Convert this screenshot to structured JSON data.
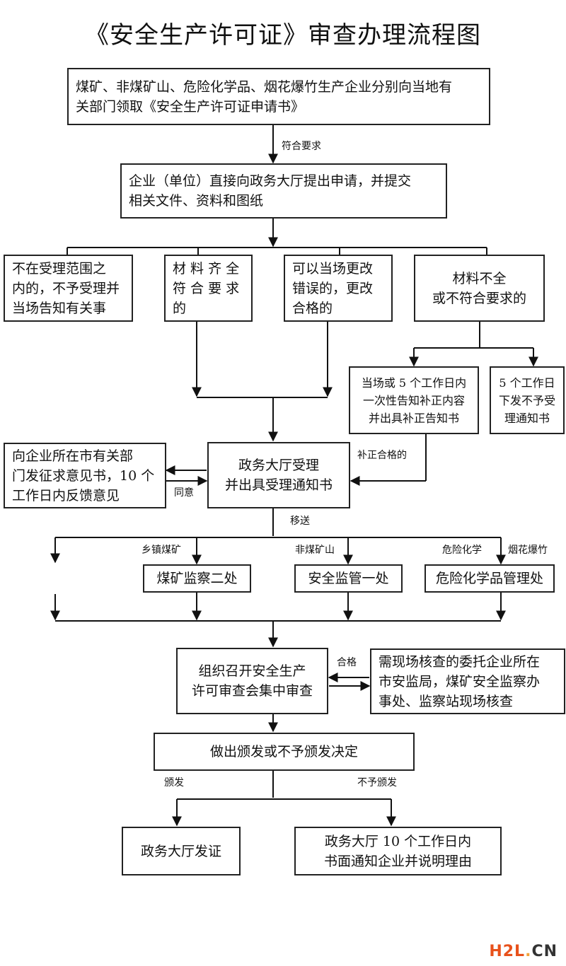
{
  "title": "《安全生产许可证》审查办理流程图",
  "nodes": {
    "start": [
      "煤矿、非煤矿山、危险化学品、烟花爆竹生产企业分别向当地有",
      "关部门领取《安全生产许可证申请书》"
    ],
    "apply": [
      "企业（单位）直接向政务大厅提出申请，并提交",
      "相关文件、资料和图纸"
    ],
    "out_of_scope": [
      "不在受理范围之",
      "内的，不予受理并",
      "当场告知有关事"
    ],
    "complete": [
      "材 料 齐 全",
      "符 合 要 求",
      "的"
    ],
    "correctable": [
      "可以当场更改",
      "错误的，更改",
      "合格的"
    ],
    "incomplete": [
      "材料不全",
      "或不符合要求的"
    ],
    "notify_5days": [
      "当场或 5 个工作日内",
      "一次性告知补正内容",
      "并出具补正告知书"
    ],
    "reject_5days": [
      "5 个工作日",
      "下发不予受",
      "理通知书"
    ],
    "consult": [
      "向企业所在市有关部",
      "门发征求意见书，10 个",
      "工作日内反馈意见"
    ],
    "hall_accept": [
      "政务大厅受理",
      "并出具受理通知书"
    ],
    "coal_office": [
      "煤矿监察二处"
    ],
    "safety_office": [
      "安全监管一处"
    ],
    "chem_office": [
      "危险化学品管理处"
    ],
    "review": [
      "组织召开安全生产",
      "许可审查会集中审查"
    ],
    "site_check": [
      "需现场核查的委托企业所在",
      "市安监局，煤矿安全监察办",
      "事处、监察站现场核查"
    ],
    "decision": [
      "做出颁发或不予颁发决定"
    ],
    "issue": [
      "政务大厅发证"
    ],
    "not_issue": [
      "政务大厅 10 个工作日内",
      "书面通知企业并说明理由"
    ]
  },
  "edge_labels": {
    "meets": "符合要求",
    "corrected_ok": "补正合格的",
    "agree": "同意",
    "transfer": "移送",
    "township_coal": "乡镇煤矿",
    "non_coal": "非煤矿山",
    "hazardous_chem": "危险化学",
    "fireworks": "烟花爆竹",
    "qualified": "合格",
    "issue": "颁发",
    "not_issue": "不予颁发"
  },
  "watermark": {
    "h": "H",
    "two": "2",
    "l": "L",
    "dot": ".",
    "cn": "CN"
  }
}
